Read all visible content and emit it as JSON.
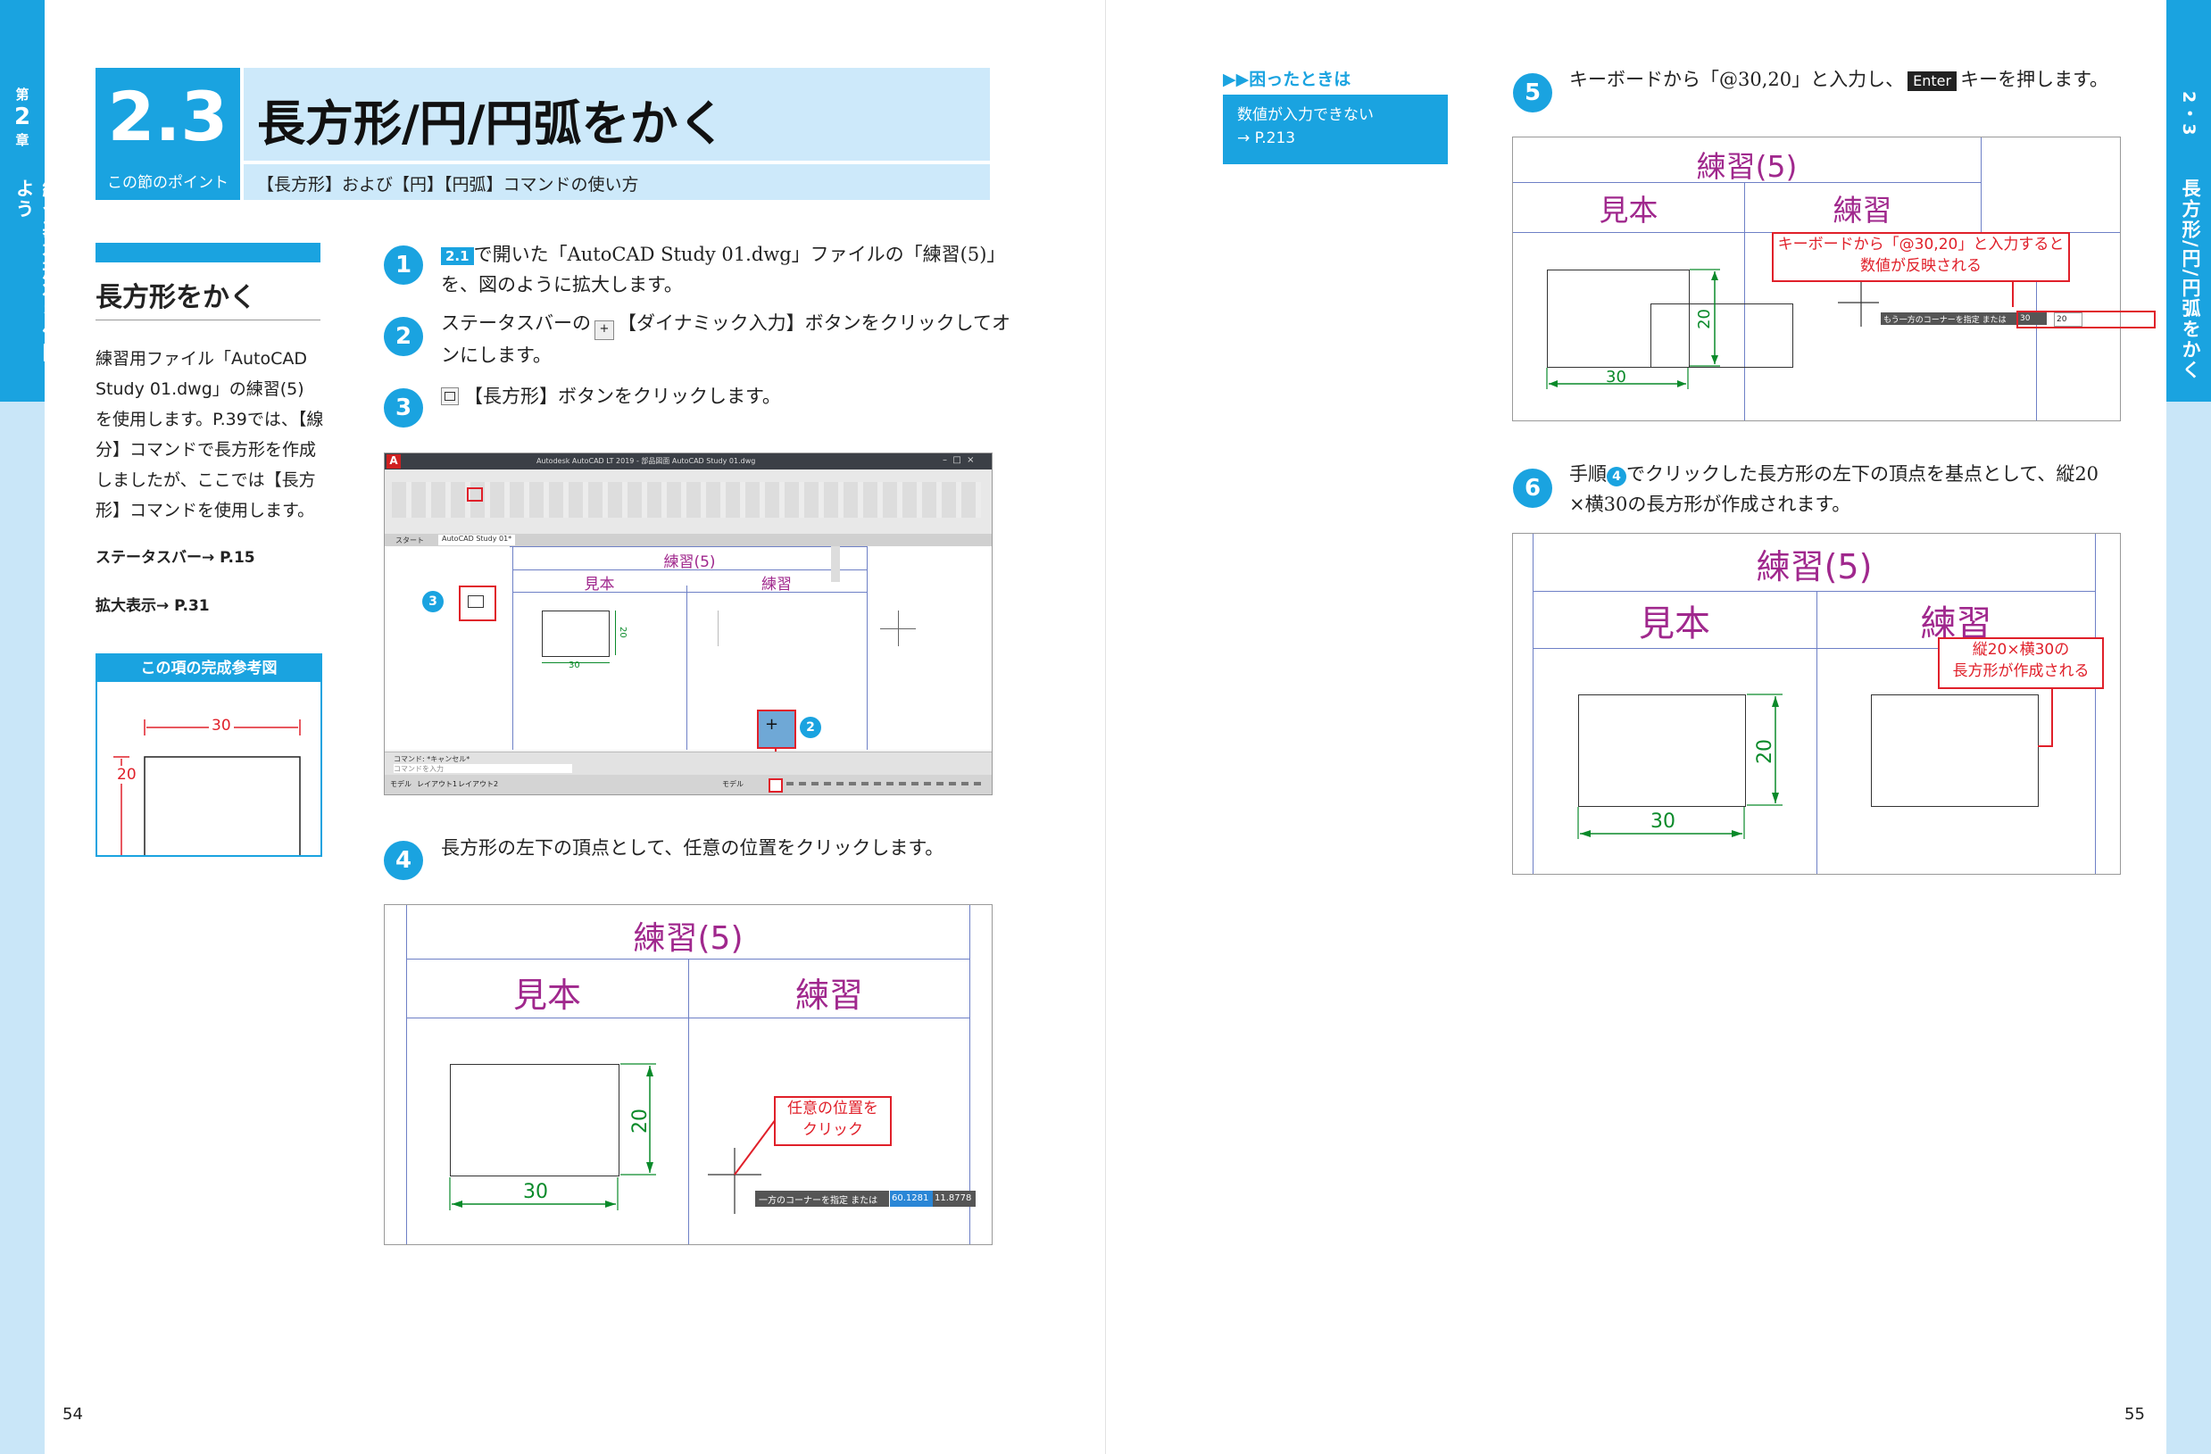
{
  "left_sidebar": {
    "chapter_pre": "第",
    "chapter_num": "2",
    "chapter_post": "章",
    "title": "線や基本形状を作図しよう"
  },
  "right_sidebar": {
    "section": "2・3",
    "title": "長方形/円/円弧をかく"
  },
  "section": {
    "number": "2.3",
    "title": "長方形/円/円弧をかく",
    "point_label": "この節のポイント",
    "point_text": "【長方形】および【円】【円弧】コマンドの使い方"
  },
  "subhead": "長方形をかく",
  "intro": [
    "練習用ファイル「AutoCAD",
    "Study 01.dwg」の練習(5)",
    "を使用します。P.39では、【線",
    "分】コマンドで長方形を作成",
    "しましたが、ここでは【長方",
    "形】コマンドを使用します。"
  ],
  "refs": [
    "ステータスバー→ P.15",
    "拡大表示→ P.31"
  ],
  "complete": {
    "label": "この項の完成参考図",
    "width": "30",
    "height": "20"
  },
  "trouble": {
    "head": "困ったときは",
    "text1": "数値が入力できない",
    "text2": "→ P.213"
  },
  "steps": [
    {
      "num": "1",
      "badge": "2.1",
      "line1": "で開いた「AutoCAD Study 01.dwg」ファイルの「練習(5)」",
      "line2": "を、図のように拡大します。"
    },
    {
      "num": "2",
      "line1a": "ステータスバーの",
      "line1b": "【ダイナミック入力】ボタンをクリックしてオ",
      "line2": "ンにします。"
    },
    {
      "num": "3",
      "line1": "【長方形】ボタンをクリックします。"
    },
    {
      "num": "4",
      "line1": "長方形の左下の頂点として、任意の位置をクリックします。"
    },
    {
      "num": "5",
      "line1a": "キーボードから「@30,20」と入力し、",
      "key": "Enter",
      "line1b": "キーを押します。"
    },
    {
      "num": "6",
      "line1a": "手順",
      "ref": "4",
      "line1b": "でクリックした長方形の左下の頂点を基点として、縦20",
      "line2": "×横30の長方形が作成されます。"
    }
  ],
  "drawing": {
    "title": "練習(5)",
    "col1": "見本",
    "col2": "練習",
    "dim_w": "30",
    "dim_h": "20"
  },
  "screenshot": {
    "titlebar": "Autodesk AutoCAD LT 2019 - 部品図面 AutoCAD Study 01.dwg",
    "tab_start": "スタート",
    "tab_file": "AutoCAD Study 01*",
    "cmd1": "コマンド: *キャンセル*",
    "cmd2": "コマンドを入力",
    "tabs_bottom": [
      "モデル",
      "レイアウト1",
      "レイアウト2"
    ],
    "model": "モデル",
    "callout3": "3",
    "callout2": "2"
  },
  "callouts": {
    "c4_1": "任意の位置を",
    "c4_2": "クリック",
    "c5_1": "キーボードから「@30,20」と入力すると",
    "c5_2": "数値が反映される",
    "c6_1": "縦20×横30の",
    "c6_2": "長方形が作成される"
  },
  "prompts": {
    "p4": "一方のコーナーを指定 または",
    "p4_v1": "60.1281",
    "p4_v2": "11.8778",
    "p5": "もう一方のコーナーを指定 または",
    "p5_v1": "30",
    "p5_v2": "20"
  },
  "pages": {
    "left": "54",
    "right": "55"
  }
}
